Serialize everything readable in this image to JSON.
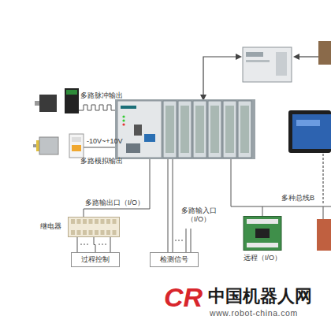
{
  "diagram": {
    "nodes": [
      {
        "text": [
          "继电器"
        ]
      },
      {
        "text": [
          "过程控制"
        ]
      },
      {
        "text": [
          "检测信号"
        ]
      },
      {
        "text": [
          "远程（I/O）"
        ]
      }
    ],
    "edges": [
      {
        "from": 0,
        "to": 1,
        "arrow": "none"
      }
    ],
    "labels": [
      "多路脉冲输出",
      "-10V~+10V",
      "多路模拟输出",
      "多路输出口（I/O）",
      "多路输入口（I/O）",
      "多种总线B",
      "CR",
      "中国机器人网",
      "www.robot-china.com"
    ]
  }
}
